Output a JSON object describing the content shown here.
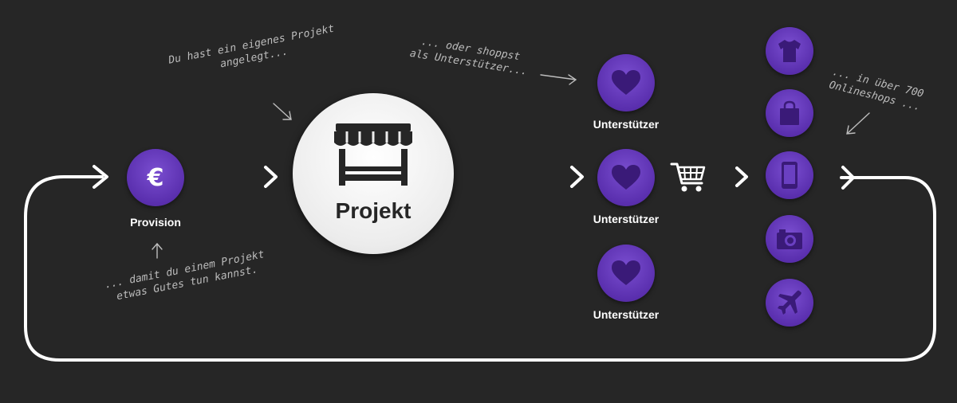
{
  "nodes": {
    "provision": {
      "label": "Provision",
      "icon": "euro-icon"
    },
    "projekt": {
      "label": "Projekt",
      "icon": "shop-stall-icon"
    },
    "supporters": [
      {
        "label": "Unterstützer",
        "icon": "heart-icon"
      },
      {
        "label": "Unterstützer",
        "icon": "heart-icon"
      },
      {
        "label": "Unterstützer",
        "icon": "heart-icon"
      }
    ],
    "cart": {
      "icon": "shopping-cart-icon"
    },
    "shops": [
      {
        "icon": "tshirt-icon"
      },
      {
        "icon": "shopping-bag-icon"
      },
      {
        "icon": "smartphone-icon"
      },
      {
        "icon": "camera-icon"
      },
      {
        "icon": "airplane-icon"
      }
    ]
  },
  "notes": {
    "project_created": "Du hast ein eigenes Projekt\nangelegt...",
    "or_shop": "... oder shoppst\nals Unterstützer...",
    "onlineshops": "... in über 700\nOnlineshops ...",
    "good_deed": "... damit du einem Projekt\netwas Gutes tun kannst."
  },
  "colors": {
    "background": "#262626",
    "purple": "#5a2fae",
    "arrow": "#ffffff",
    "note_text": "#bdbdbd"
  }
}
